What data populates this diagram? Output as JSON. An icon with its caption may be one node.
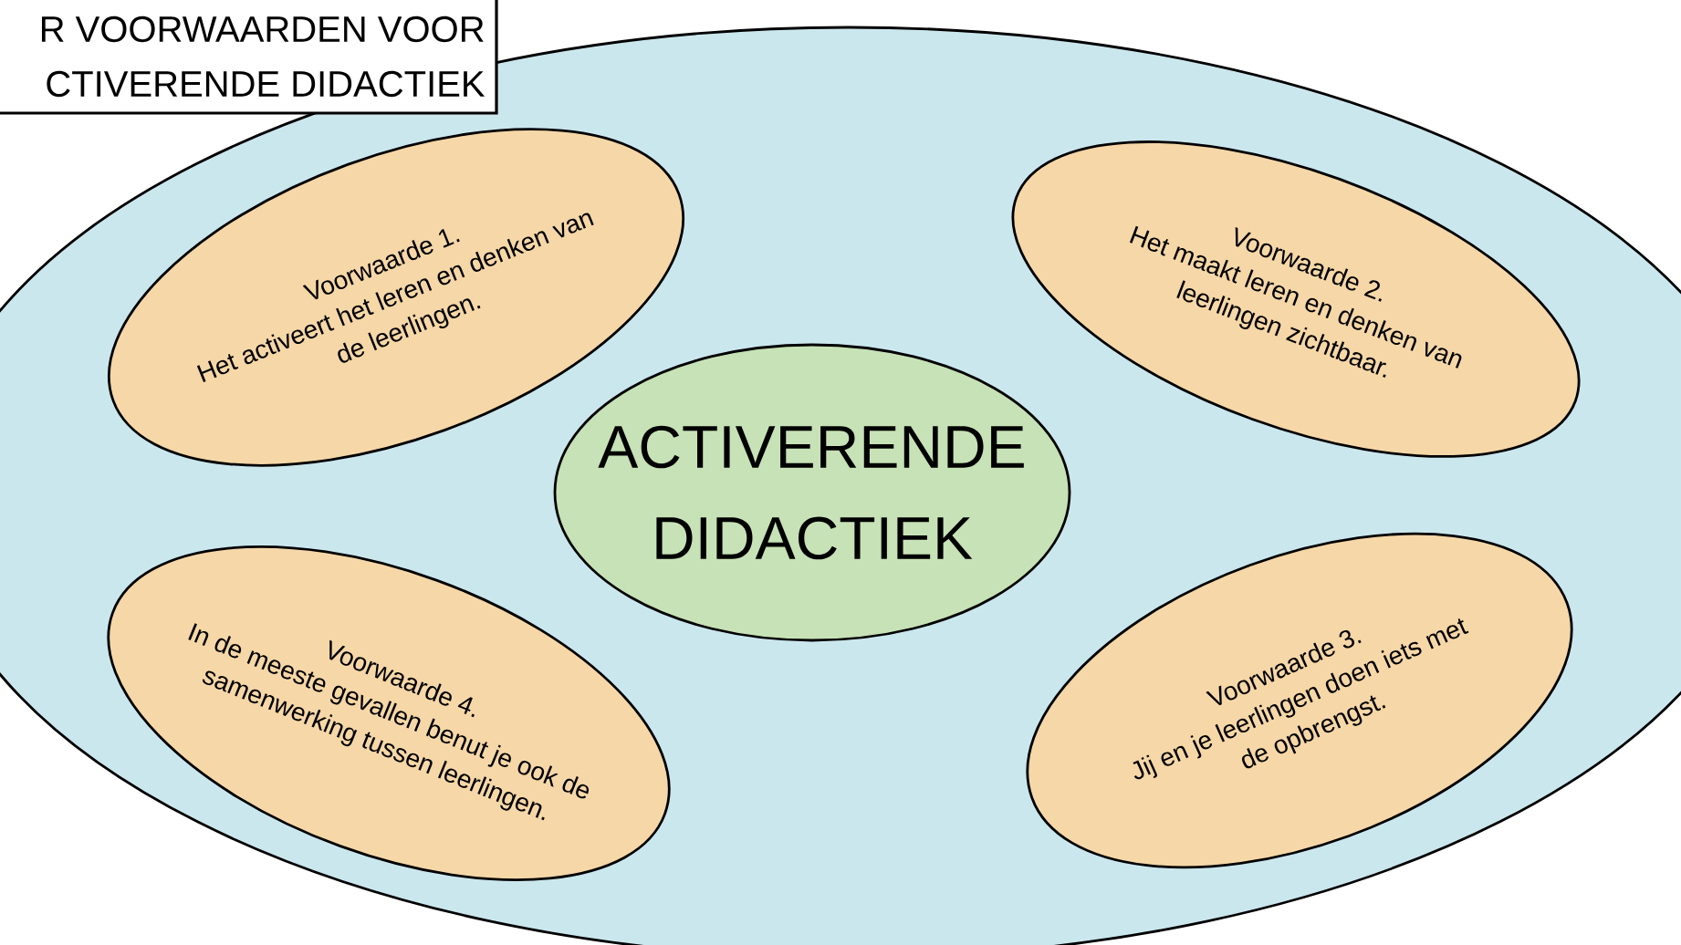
{
  "diagram": {
    "title": "R VOORWAARDEN VOOR CTIVERENDE DIDACTIEK",
    "nodes": [
      {
        "text": [],
        "shape": "ellipse"
      },
      {
        "text": [
          "Voorwaarde 1.",
          "Het activeert het leren en denken van de leerlingen."
        ],
        "in": 0
      },
      {
        "text": [
          "Voorwaarde 2.",
          "Het maakt leren en denken van leerlingen zichtbaar."
        ],
        "in": 0
      },
      {
        "text": [
          "ACTIVERENDE DIDACTIEK"
        ],
        "in": 0
      },
      {
        "text": [
          "Voorwaarde 4.",
          "In de meeste gevallen benut je ook de samenwerking tussen leerlingen."
        ],
        "in": 0
      },
      {
        "text": [
          "Voorwaarde 3.",
          "Jij en je leerlingen doen iets met de opbrengst."
        ],
        "in": 0
      }
    ]
  }
}
